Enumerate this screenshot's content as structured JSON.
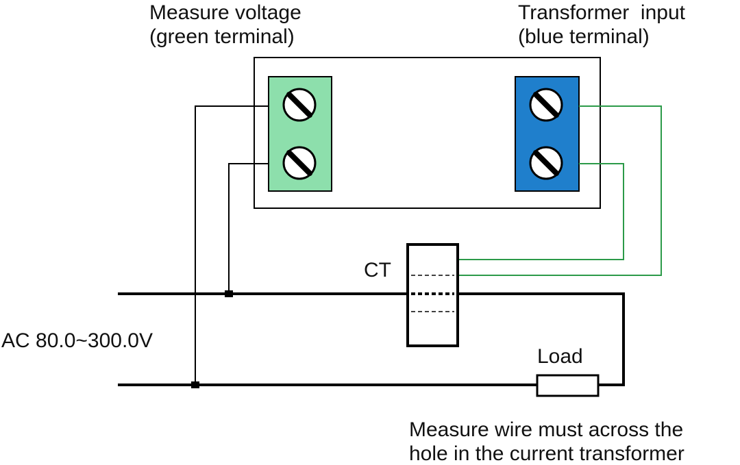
{
  "labels": {
    "measure_voltage_line1": "Measure voltage",
    "measure_voltage_line2": "(green terminal)",
    "transformer_input_line1": "Transformer  input",
    "transformer_input_line2": "(blue terminal)",
    "ct": "CT",
    "ac_range": "AC 80.0~300.0V",
    "load": "Load",
    "note_line1": "Measure wire must across the",
    "note_line2": "hole in the current transformer"
  },
  "colors": {
    "green_terminal": "#8ddfac",
    "blue_terminal": "#1f7fcc",
    "ct_wire": "#2b9a48",
    "wire": "#000000"
  },
  "icons": {
    "screw": "screw-icon"
  }
}
